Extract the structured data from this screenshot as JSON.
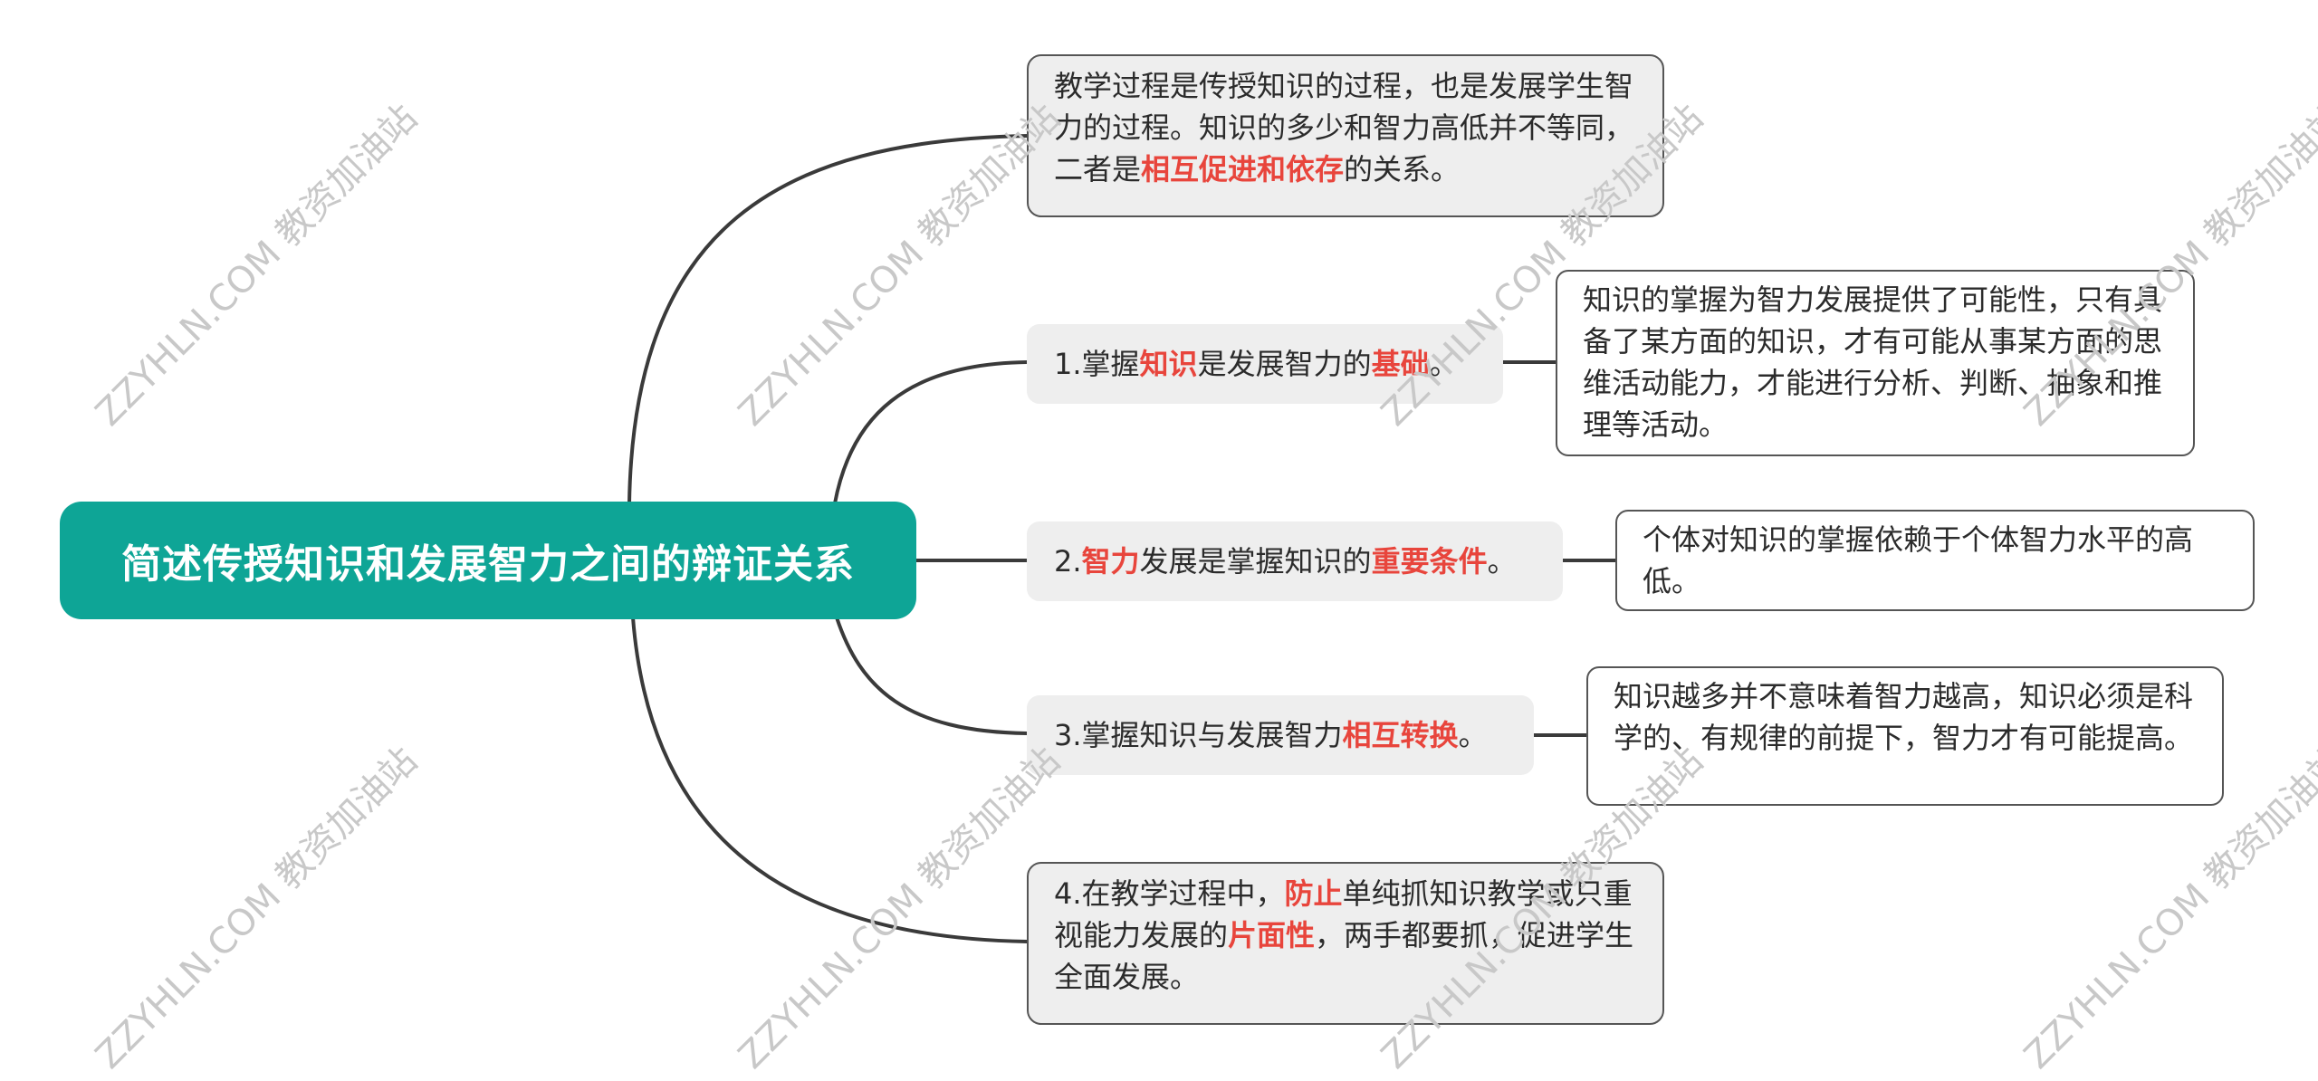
{
  "root": {
    "title": "简述传授知识和发展智力之间的辩证关系"
  },
  "nodes": {
    "intro": {
      "segments": [
        {
          "text": "教学过程是传授知识的过程，也是发展学生智力的过程。知识的多少和智力高低并不等同，二者是"
        },
        {
          "text": "相互促进和依存",
          "hl": true
        },
        {
          "text": "的关系。"
        }
      ]
    },
    "point1": {
      "segments": [
        {
          "text": "1.掌握"
        },
        {
          "text": "知识",
          "hl": true
        },
        {
          "text": "是发展智力的"
        },
        {
          "text": "基础",
          "hl": true
        },
        {
          "text": "。"
        }
      ]
    },
    "point2": {
      "segments": [
        {
          "text": "2."
        },
        {
          "text": "智力",
          "hl": true
        },
        {
          "text": "发展是掌握知识的"
        },
        {
          "text": "重要条件",
          "hl": true
        },
        {
          "text": "。"
        }
      ]
    },
    "point3": {
      "segments": [
        {
          "text": "3.掌握知识与发展智力"
        },
        {
          "text": "相互转换",
          "hl": true
        },
        {
          "text": "。"
        }
      ]
    },
    "point4": {
      "segments": [
        {
          "text": "4.在教学过程中，"
        },
        {
          "text": "防止",
          "hl": true
        },
        {
          "text": "单纯抓知识教学或只重视能力发展的"
        },
        {
          "text": "片面性",
          "hl": true
        },
        {
          "text": "，两手都要抓，促进学生全面发展。"
        }
      ]
    },
    "detail1": {
      "segments": [
        {
          "text": "知识的掌握为智力发展提供了可能性，只有具备了某方面的知识，才有可能从事某方面的思维活动能力，才能进行分析、判断、抽象和推理等活动。"
        }
      ]
    },
    "detail2": {
      "segments": [
        {
          "text": "个体对知识的掌握依赖于个体智力水平的高低。"
        }
      ]
    },
    "detail3": {
      "segments": [
        {
          "text": "知识越多并不意味着智力越高，知识必须是科学的、有规律的前提下，智力才有可能提高。"
        }
      ]
    }
  },
  "watermark": {
    "text": "ZZYHLN.COM 教资加油站"
  },
  "colors": {
    "root_bg": "#0ea596",
    "highlight": "#e8453c",
    "node_bg": "#eeeeee",
    "line": "#3a3a3a"
  }
}
